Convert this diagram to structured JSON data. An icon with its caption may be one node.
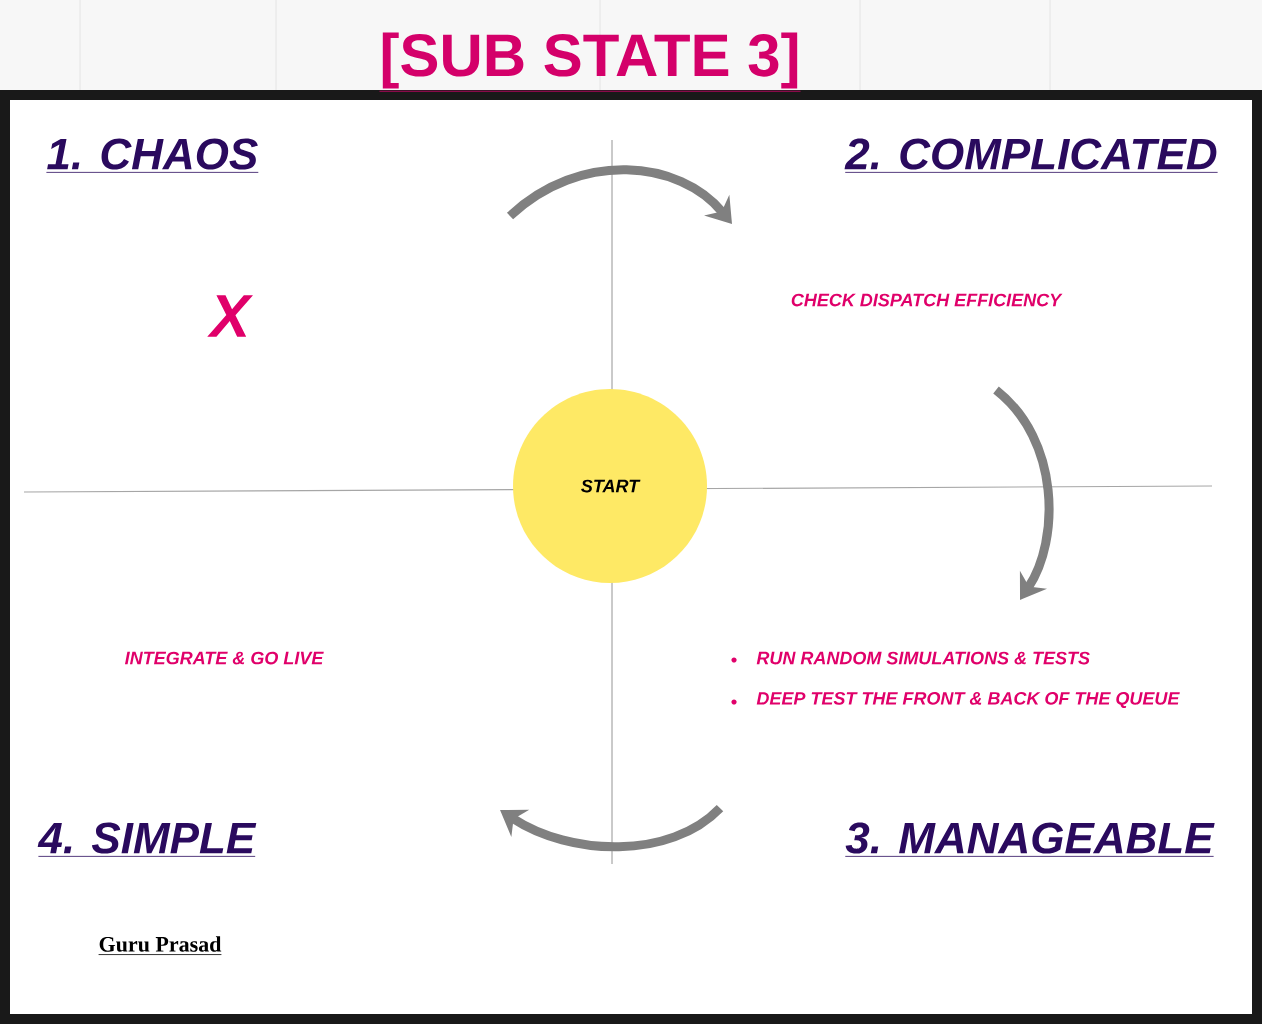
{
  "diagram": {
    "title": "[SUB STATE 3]",
    "nodes": [
      {
        "text": [
          "START"
        ]
      }
    ],
    "labels": [
      "1. CHAOS",
      "2. COMPLICATED",
      "X",
      "CHECK DISPATCH EFFICIENCY",
      "INTEGRATE & GO LIVE",
      "RUN RANDOM SIMULATIONS & TESTS",
      "DEEP TEST THE FRONT & BACK OF THE QUEUE",
      "4. SIMPLE",
      "3. MANAGEABLE",
      "Guru Prasad"
    ]
  }
}
